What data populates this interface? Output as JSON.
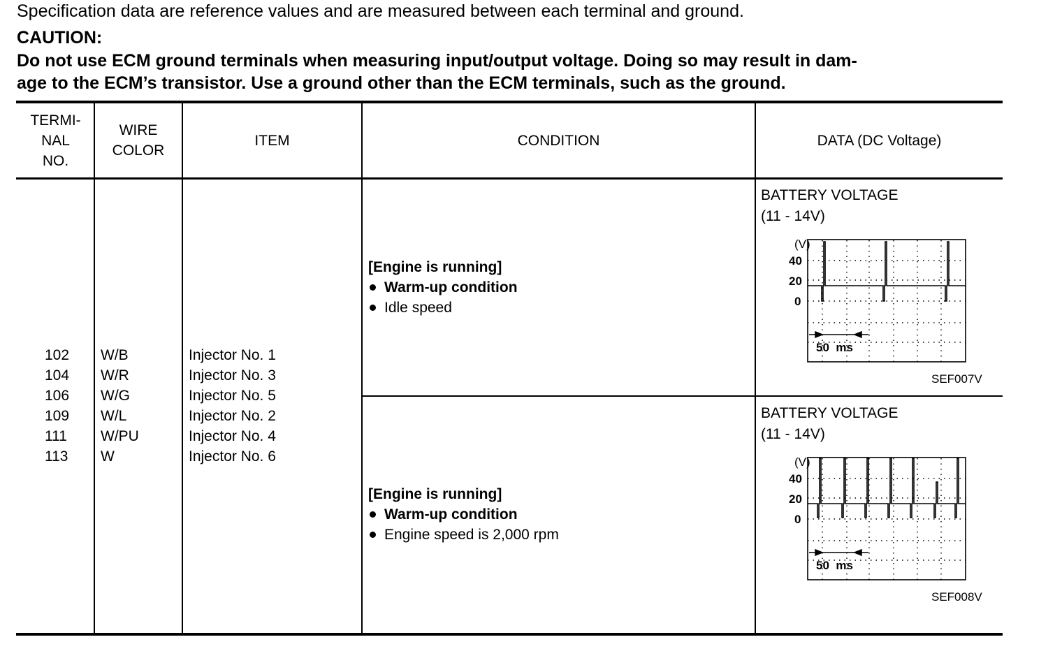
{
  "intro": "Specification data are reference values and are measured between each terminal and ground.",
  "caution": {
    "heading": "CAUTION:",
    "line1": "Do not use ECM ground terminals when measuring input/output voltage. Doing so may result in dam-",
    "line2": "age to the ECM’s transistor. Use a ground other than the ECM terminals, such as the ground."
  },
  "table": {
    "headers": {
      "terminal": [
        "TERMI-",
        "NAL",
        "NO."
      ],
      "wire": [
        "WIRE",
        "COLOR"
      ],
      "item": "ITEM",
      "condition": "CONDITION",
      "data": "DATA (DC Voltage)"
    },
    "terminals": [
      "102",
      "104",
      "106",
      "109",
      "111",
      "113"
    ],
    "wires": [
      "W/B",
      "W/R",
      "W/G",
      "W/L",
      "W/PU",
      "W"
    ],
    "items": [
      "Injector No. 1",
      "Injector No. 3",
      "Injector No. 5",
      "Injector No. 2",
      "Injector No. 4",
      "Injector No. 6"
    ],
    "rows": [
      {
        "condition_title": "[Engine is running]",
        "bullet1": "Warm-up condition",
        "bullet2": "Idle speed",
        "data_line1": "BATTERY VOLTAGE",
        "data_line2": "(11 - 14V)",
        "scope": {
          "unit": "(V)",
          "y40": "40",
          "y20": "20",
          "y0": "0",
          "time": "50  ms"
        },
        "fig_ref": "SEF007V"
      },
      {
        "condition_title": "[Engine is running]",
        "bullet1": "Warm-up condition",
        "bullet2": "Engine speed is 2,000 rpm",
        "data_line1": "BATTERY VOLTAGE",
        "data_line2": "(11 - 14V)",
        "scope": {
          "unit": "(V)",
          "y40": "40",
          "y20": "20",
          "y0": "0",
          "time": "50  ms"
        },
        "fig_ref": "SEF008V"
      }
    ]
  }
}
